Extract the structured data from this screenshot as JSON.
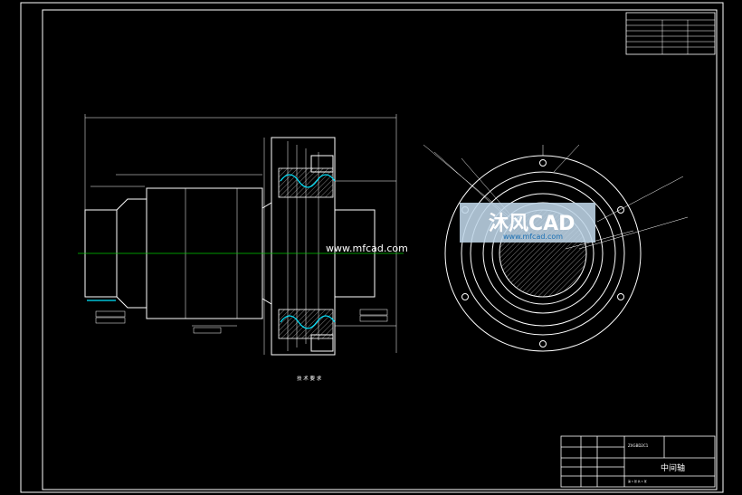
{
  "colors": {
    "background": "#000000",
    "lines": "#ffffff",
    "centerline": "#00c800",
    "highlight": "#00e5ff",
    "watermark": "#bfd6e8",
    "watermark_text": "#1a6fb3"
  },
  "watermark": {
    "brand": "沐风CAD",
    "url_small": "www.mfcad.com",
    "url_big": "www.mfcad.com"
  },
  "title_block": {
    "part_name": "中间轴",
    "left_note": "ZXGBD2C1",
    "right_note_line1": "",
    "right_note_line2": "",
    "drawing_no": "",
    "sheet": "第 1 张  共 1 张"
  },
  "technical_requirements": {
    "title": "技 术 要 求",
    "items": [
      "",
      "",
      "",
      ""
    ]
  },
  "corner_table": {
    "title": "",
    "rows": []
  },
  "roughness_mark": ""
}
